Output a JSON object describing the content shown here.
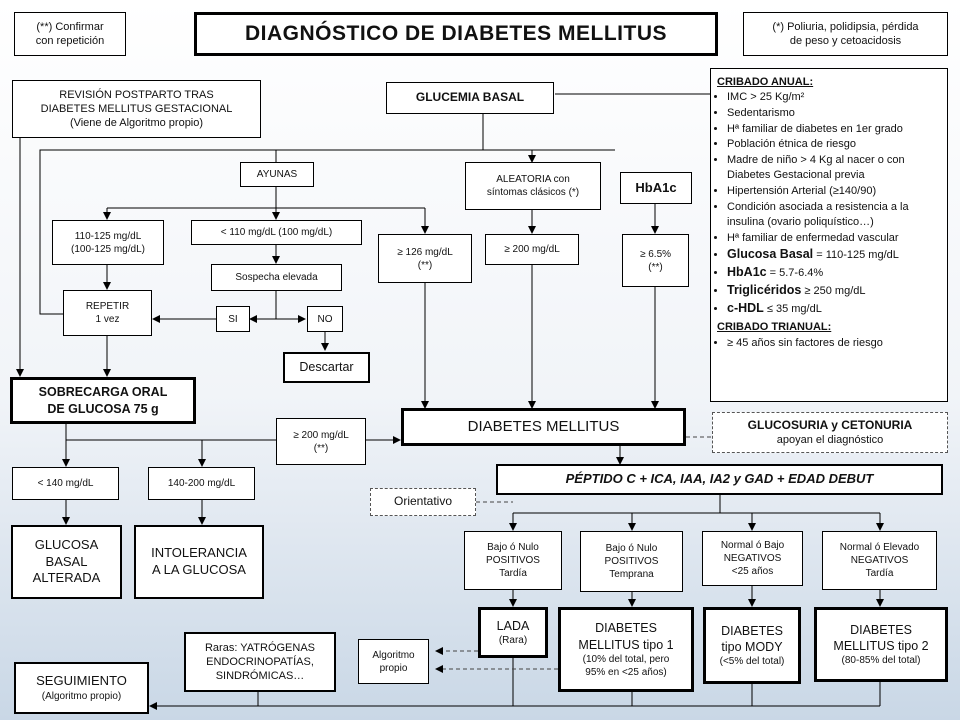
{
  "title": "DIAGNÓSTICO DE DIABETES MELLITUS",
  "note_left": [
    "(**) Confirmar",
    "con repetición"
  ],
  "note_right": [
    "(*) Poliuria, polidipsia, pérdida",
    "de peso y cetoacidosis"
  ],
  "postpartum": [
    "REVISIÓN POSTPARTO TRAS",
    "DIABETES MELLITUS GESTACIONAL",
    "(Viene de Algoritmo propio)"
  ],
  "glucemia_basal": "GLUCEMIA BASAL",
  "ayunas": "AYUNAS",
  "aleatoria": [
    "ALEATORIA con",
    "síntomas clásicos (*)"
  ],
  "hba1c": "HbA1c",
  "range_110_125": [
    "110-125 mg/dL",
    "(100-125 mg/dL)"
  ],
  "lt_110": "< 110 mg/dL (100 mg/dL)",
  "ge_126": [
    "≥ 126 mg/dL",
    "(**)"
  ],
  "ge_200": "≥ 200 mg/dL",
  "ge_6_5": [
    "≥ 6.5%",
    "(**)"
  ],
  "sospecha": "Sospecha elevada",
  "repetir": [
    "REPETIR",
    "1 vez"
  ],
  "si": "SI",
  "no": "NO",
  "descartar": "Descartar",
  "sobrecarga": [
    "SOBRECARGA ORAL",
    "DE GLUCOSA 75 g"
  ],
  "ge_200_conf": [
    "≥ 200 mg/dL",
    "(**)"
  ],
  "diabetes_mellitus": "DIABETES MELLITUS",
  "glucosuria": [
    "GLUCOSURIA y CETONURIA",
    "apoyan el diagnóstico"
  ],
  "lt_140": "< 140 mg/dL",
  "range_140_200": "140-200 mg/dL",
  "glucosa_alterada": [
    "GLUCOSA",
    "BASAL",
    "ALTERADA"
  ],
  "intolerancia": [
    "INTOLERANCIA",
    "A LA GLUCOSA"
  ],
  "peptido": "PÉPTIDO C + ICA, IAA, IA2 y GAD + EDAD DEBUT",
  "orientativo": "Orientativo",
  "cat1": [
    "Bajo ó Nulo",
    "POSITIVOS",
    "Tardía"
  ],
  "cat2": [
    "Bajo ó Nulo",
    "POSITIVOS",
    "Temprana"
  ],
  "cat3": [
    "Normal ó Bajo",
    "NEGATIVOS",
    "<25 años"
  ],
  "cat4": [
    "Normal ó Elevado",
    "NEGATIVOS",
    "Tardía"
  ],
  "lada": [
    "LADA",
    "(Rara)"
  ],
  "tipo1": [
    "DIABETES",
    "MELLITUS tipo 1",
    "(10% del total, pero",
    "95% en <25 años)"
  ],
  "mody": [
    "DIABETES",
    "tipo MODY",
    "(<5% del total)"
  ],
  "tipo2": [
    "DIABETES",
    "MELLITUS tipo 2",
    "(80-85% del total)"
  ],
  "raras": [
    "Raras: YATRÓGENAS",
    "ENDOCRINOPATÍAS,",
    "SINDRÓMICAS…"
  ],
  "algoritmo": [
    "Algoritmo",
    "propio"
  ],
  "seguimiento": [
    "SEGUIMIENTO",
    "(Algoritmo propio)"
  ],
  "cribado": {
    "anual_title": "CRIBADO ANUAL:",
    "anual_items": [
      "IMC > 25 Kg/m²",
      "Sedentarismo",
      "Hª familiar de diabetes en 1er grado",
      "Población étnica de riesgo",
      "Madre de niño > 4 Kg al nacer o con Diabetes Gestacional previa",
      "Hipertensión Arterial (≥140/90)",
      "Condición asociada a resistencia a la insulina (ovario poliquístico…)",
      "Hª familiar de enfermedad vascular"
    ],
    "anual_strong": [
      {
        "label": "Glucosa Basal",
        "value": "= 110-125 mg/dL"
      },
      {
        "label": "HbA1c",
        "value": "= 5.7-6.4%"
      },
      {
        "label": "Triglicéridos",
        "value": "≥ 250 mg/dL"
      },
      {
        "label": "c-HDL",
        "value": "≤ 35 mg/dL"
      }
    ],
    "trianual_title": "CRIBADO TRIANUAL:",
    "trianual_items": [
      "≥ 45 años sin factores de riesgo"
    ]
  }
}
